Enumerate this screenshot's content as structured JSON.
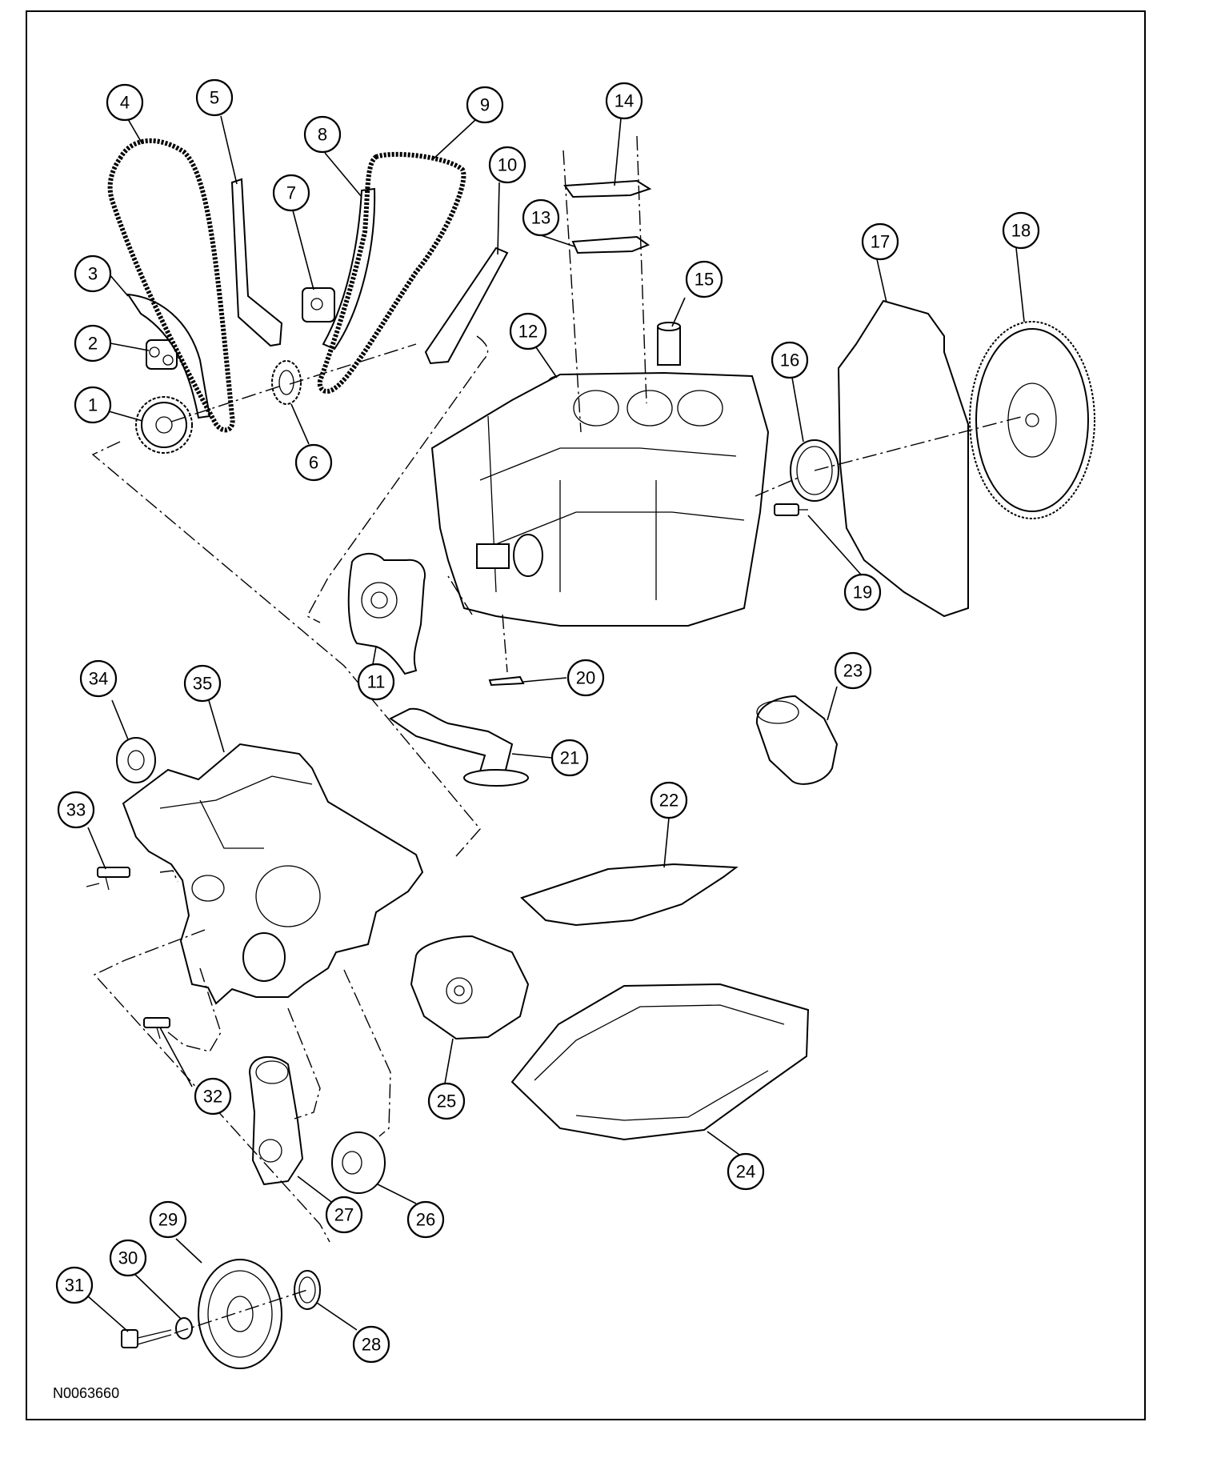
{
  "diagram": {
    "reference_code": "N0063660",
    "callouts": [
      {
        "label": "1"
      },
      {
        "label": "2"
      },
      {
        "label": "3"
      },
      {
        "label": "4"
      },
      {
        "label": "5"
      },
      {
        "label": "6"
      },
      {
        "label": "7"
      },
      {
        "label": "8"
      },
      {
        "label": "9"
      },
      {
        "label": "10"
      },
      {
        "label": "11"
      },
      {
        "label": "12"
      },
      {
        "label": "13"
      },
      {
        "label": "14"
      },
      {
        "label": "15"
      },
      {
        "label": "16"
      },
      {
        "label": "17"
      },
      {
        "label": "18"
      },
      {
        "label": "19"
      },
      {
        "label": "20"
      },
      {
        "label": "21"
      },
      {
        "label": "22"
      },
      {
        "label": "23"
      },
      {
        "label": "24"
      },
      {
        "label": "25"
      },
      {
        "label": "26"
      },
      {
        "label": "27"
      },
      {
        "label": "28"
      },
      {
        "label": "29"
      },
      {
        "label": "30"
      },
      {
        "label": "31"
      },
      {
        "label": "32"
      },
      {
        "label": "33"
      },
      {
        "label": "34"
      },
      {
        "label": "35"
      }
    ]
  }
}
